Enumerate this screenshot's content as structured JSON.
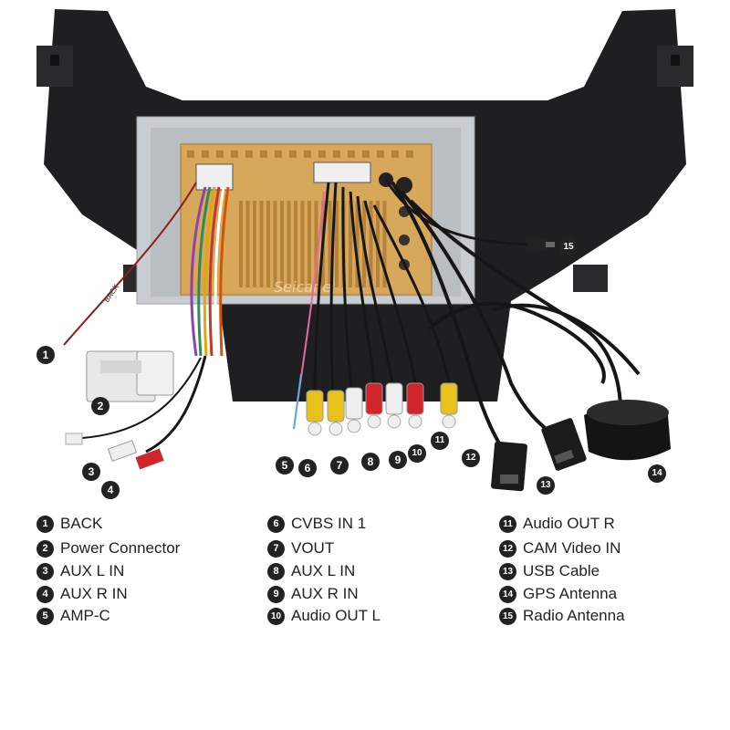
{
  "watermark": "Seicane",
  "back_tag": "BACK",
  "legend": [
    {
      "n": "1",
      "label": "BACK"
    },
    {
      "n": "2",
      "label": "Power Connector"
    },
    {
      "n": "3",
      "label": "AUX L IN"
    },
    {
      "n": "4",
      "label": "AUX R IN"
    },
    {
      "n": "5",
      "label": "AMP-C"
    },
    {
      "n": "6",
      "label": "CVBS IN 1"
    },
    {
      "n": "7",
      "label": "VOUT"
    },
    {
      "n": "8",
      "label": "AUX L IN"
    },
    {
      "n": "9",
      "label": "AUX R IN"
    },
    {
      "n": "10",
      "label": "Audio OUT L"
    },
    {
      "n": "11",
      "label": "Audio OUT R"
    },
    {
      "n": "12",
      "label": "CAM Video IN"
    },
    {
      "n": "13",
      "label": "USB Cable"
    },
    {
      "n": "14",
      "label": "GPS Antenna"
    },
    {
      "n": "15",
      "label": "Radio Antenna"
    }
  ],
  "colors": {
    "bezel": "#1f1f22",
    "chassis": "#c9cdd2",
    "board": "#d7a75a",
    "rca_yellow": "#e8c21a",
    "rca_red": "#d2252b",
    "rca_white": "#eeeeee",
    "cable": "#161616"
  }
}
